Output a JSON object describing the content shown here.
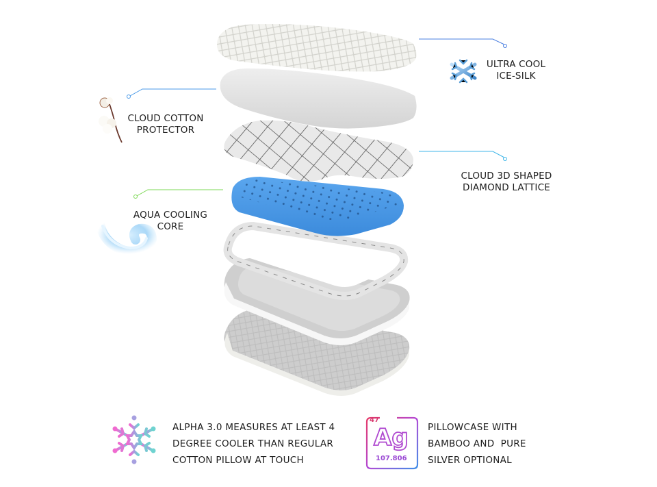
{
  "callouts": [
    {
      "id": "ultra-cool-ice-silk",
      "lines": [
        "ULTRA COOL",
        "ICE-SILK"
      ],
      "line_color": "#4a7fe0",
      "icon": "snowflake-icon",
      "side": "right"
    },
    {
      "id": "cloud-cotton-protector",
      "lines": [
        "CLOUD COTTON",
        "PROTECTOR"
      ],
      "line_color": "#4a9ae8",
      "icon": "cotton-flower-icon",
      "side": "left"
    },
    {
      "id": "cloud-3d-diamond-lattice",
      "lines": [
        "CLOUD 3D SHAPED",
        "DIAMOND LATTICE"
      ],
      "line_color": "#3fb6e8",
      "icon": null,
      "side": "right"
    },
    {
      "id": "aqua-cooling-core",
      "lines": [
        "AQUA COOLING",
        "CORE"
      ],
      "line_color": "#7ed957",
      "icon": "water-swirl-icon",
      "side": "left"
    }
  ],
  "layers": [
    {
      "name": "ice-silk-cover-top",
      "color": "#f2f2ee"
    },
    {
      "name": "cotton-protector",
      "color": "#e6e6e6"
    },
    {
      "name": "diamond-lattice",
      "color": "#dedede"
    },
    {
      "name": "aqua-cooling-core",
      "color": "#4a98e6"
    },
    {
      "name": "side-band",
      "color": "#e2e2e2"
    },
    {
      "name": "inner-tray",
      "color": "#cfcfcf"
    },
    {
      "name": "ice-silk-cover-bottom",
      "color": "#c8c8c8"
    }
  ],
  "features": [
    {
      "id": "cooler-feature",
      "icon": "gradient-snowflake-icon",
      "lines": [
        "ALPHA 3.0 MEASURES AT LEAST 4",
        "DEGREE COOLER THAN REGULAR",
        "COTTON PILLOW AT TOUCH"
      ]
    },
    {
      "id": "silver-feature",
      "icon": "silver-element-icon",
      "element": {
        "number": "47",
        "symbol": "Ag",
        "mass": "107.806"
      },
      "lines": [
        "PILLOWCASE WITH",
        "BAMBOO AND  PURE",
        "SILVER OPTIONAL"
      ]
    }
  ]
}
